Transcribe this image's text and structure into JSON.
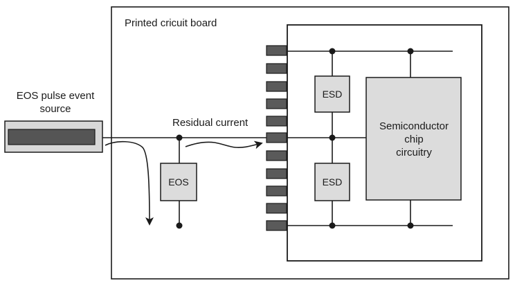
{
  "labels": {
    "pcb": "Printed cricuit board",
    "eos_source_line1": "EOS pulse event",
    "eos_source_line2": "source",
    "residual_current": "Residual current",
    "eos_device": "EOS",
    "esd_top": "ESD",
    "esd_bottom": "ESD",
    "chip_line1": "Semiconductor",
    "chip_line2": "chip",
    "chip_line3": "circuitry"
  },
  "colors": {
    "line": "#1a1a1a",
    "component_fill": "#dcdcdc",
    "pin_fill": "#5a5a5a",
    "source_connector_fill": "#d8d8d8",
    "source_core_fill": "#555555"
  },
  "pins": {
    "count": 11,
    "active_pin_index": 5
  }
}
